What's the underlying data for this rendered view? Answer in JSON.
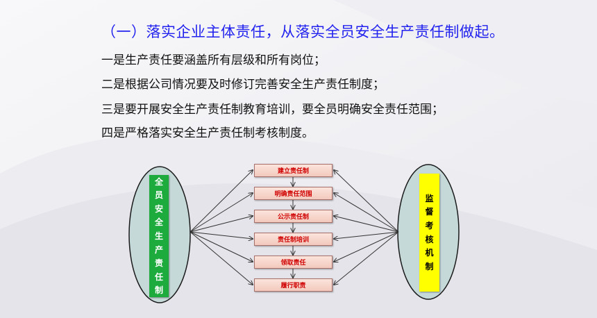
{
  "heading": "（一）落实企业主体责任，从落实全员安全生产责任制做起。",
  "points": [
    "一是生产责任要涵盖所有层级和所有岗位；",
    "二是根据公司情况要及时修订完善安全生产责任制度；",
    "三是要开展安全生产责任制教育培训，要全员明确安全责任范围；",
    "四是严格落实安全生产责任制考核制度。"
  ],
  "diagram": {
    "left_label_chars": [
      "全",
      "员",
      "安",
      "全",
      "生",
      "产",
      "责",
      "任",
      "制"
    ],
    "right_label_chars": [
      "监",
      "督",
      "考",
      "核",
      "机",
      "制"
    ],
    "steps": [
      "建立责任制",
      "明确责任范围",
      "公示责任制",
      "责任制培训",
      "领取责任",
      "履行职责"
    ],
    "colors": {
      "left_bar": "#1eab3e",
      "right_bar": "#ffff00",
      "ellipse_fill": "#c6d9d9",
      "step_text": "#d00000",
      "heading": "#2222ee"
    }
  }
}
